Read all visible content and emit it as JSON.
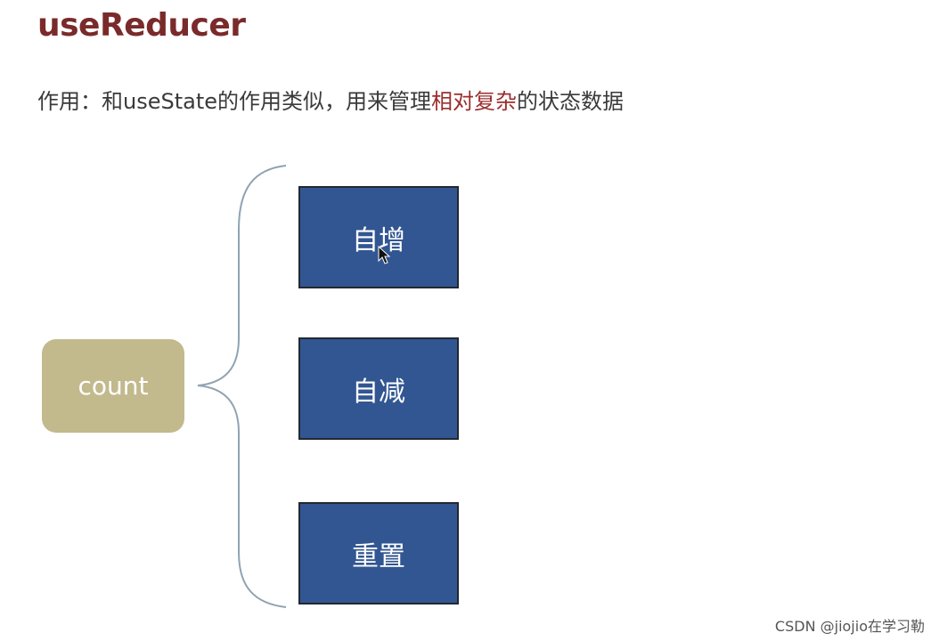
{
  "title": "useReducer",
  "description": {
    "prefix": "作用：和useState的作用类似，用来管理",
    "highlight": "相对复杂",
    "suffix": "的状态数据"
  },
  "diagram": {
    "source": "count",
    "actions": [
      {
        "label": "自增"
      },
      {
        "label": "自减"
      },
      {
        "label": "重置"
      }
    ]
  },
  "colors": {
    "title": "#7a2a2a",
    "highlight": "#9b2e2e",
    "count_box": "#c2b98d",
    "action_box": "#325692",
    "brace": "#8fa3b3"
  },
  "watermark": "CSDN @jiojio在学习勒"
}
